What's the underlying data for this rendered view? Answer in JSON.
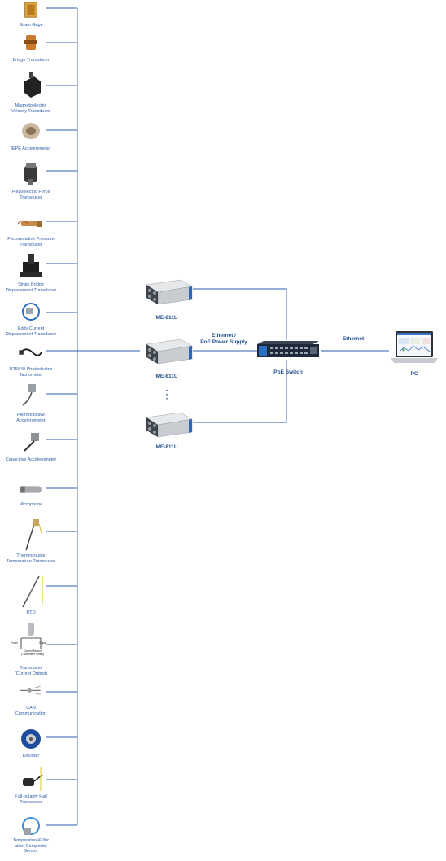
{
  "colors": {
    "line": "#2b5fb2",
    "label": "#2f5ea6",
    "device_label": "#1f4e8c"
  },
  "sensors": [
    {
      "label": "Strain Gage",
      "icon": "strain-gage-icon"
    },
    {
      "label": "Bridge Transducer",
      "icon": "bridge-transducer-icon"
    },
    {
      "label": "Magnetoelectric\nVelocity Transducer",
      "icon": "velocity-transducer-icon"
    },
    {
      "label": "IEPE Accelerometer",
      "icon": "iepe-accelerometer-icon"
    },
    {
      "label": "Piezoelectric Force\nTransducer",
      "icon": "force-transducer-icon"
    },
    {
      "label": "Piezoresistive Pressure\nTransducer",
      "icon": "pressure-transducer-icon"
    },
    {
      "label": "Strain Bridge\nDisplacement Transducer",
      "icon": "displacement-transducer-icon"
    },
    {
      "label": "Eddy Current\nDisplacement Transducer",
      "icon": "eddy-current-icon"
    },
    {
      "label": "DT5648 Photoelectric\nTachometer",
      "icon": "tachometer-icon"
    },
    {
      "label": "Piezoresistive\nAccelerometer",
      "icon": "piezoresistive-accelerometer-icon"
    },
    {
      "label": "Capacitive Accelerometer",
      "icon": "capacitive-accelerometer-icon"
    },
    {
      "label": "Microphone",
      "icon": "microphone-icon"
    },
    {
      "label": "Thermocouple\nTemperature Transducer",
      "icon": "thermocouple-icon"
    },
    {
      "label": "RTD",
      "icon": "rtd-icon"
    },
    {
      "label": "Transducer\n(Current Output)",
      "icon": "current-transducer-icon"
    },
    {
      "label": "CAN\nCommunication",
      "icon": "can-cable-icon"
    },
    {
      "label": "Encoder",
      "icon": "encoder-icon"
    },
    {
      "label": "Full-polarity Hall\nTransducer",
      "icon": "hall-transducer-icon"
    },
    {
      "label": "Temperature&Vibr\nation Composite\nSensor",
      "icon": "composite-sensor-icon"
    }
  ],
  "devices": {
    "module_label": "ME-811U",
    "module_icon": "daq-module-icon",
    "switch_label": "PoE Switch",
    "switch_icon": "poe-switch-icon",
    "pc_label": "PC",
    "pc_icon": "laptop-icon",
    "link_label_poe": "Ethernet /\nPoE Power Supply",
    "link_label_eth": "Ethernet",
    "ellipsis": "⋮",
    "current_diagram": {
      "power": "Power",
      "signal": "Signal",
      "caption": "Current Sensor\n(Transmitter Series)"
    }
  }
}
